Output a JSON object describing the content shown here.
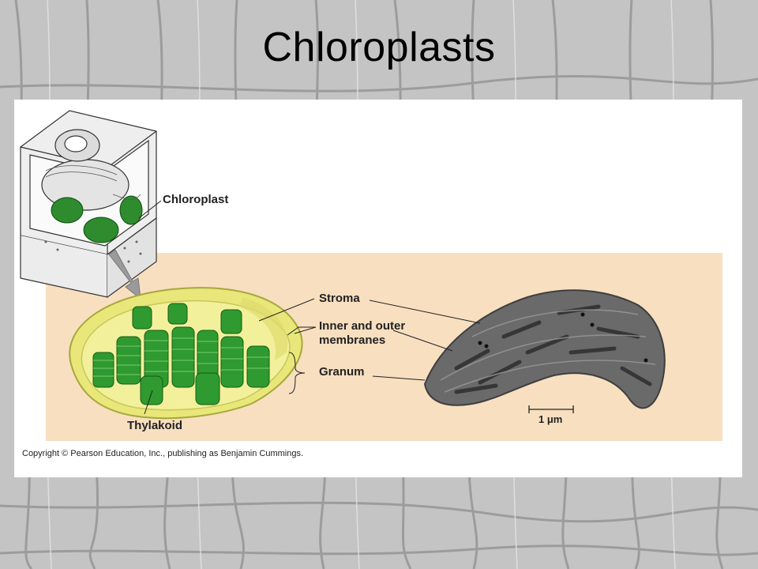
{
  "title": "Chloroplasts",
  "labels": {
    "chloroplast": "Chloroplast",
    "stroma": "Stroma",
    "membranes_line1": "Inner and outer",
    "membranes_line2": "membranes",
    "granum": "Granum",
    "thylakoid": "Thylakoid",
    "scale_bar": "1 μm"
  },
  "copyright": "Copyright © Pearson Education, Inc., publishing as Benjamin Cummings.",
  "colors": {
    "background_band": "#f7dfc0",
    "chloroplast_envelope": "#e9e77a",
    "thylakoid_green": "#2f9a2f",
    "micrograph_gray": "#6a6a6a"
  }
}
